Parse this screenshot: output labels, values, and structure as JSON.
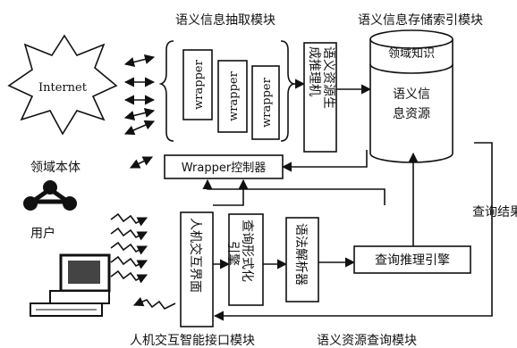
{
  "titles": {
    "extraction_module": "语义信息抽取模块",
    "storage_module": "语义信息存储索引模块",
    "interface_module": "人机交互智能接口模块",
    "query_module": "语义资源查询模块"
  },
  "labels": {
    "internet": "Internet",
    "domain_ontology": "领域本体",
    "user": "用户",
    "wrapper_1": "wrapper",
    "wrapper_2": "wrapper",
    "wrapper_3": "wrapper",
    "wrapper_controller": "Wrapper控制器",
    "semantic_gen_line1": "语义资源生",
    "semantic_gen_line2": "成推理机",
    "domain_knowledge": "领域知识",
    "semantic_info_line1": "语义信",
    "semantic_info_line2": "息资源",
    "hci": "人机交互界面",
    "query_formal_line1": "查询形式化",
    "query_formal_line2": "引擎",
    "syntax_parser": "语法解析器",
    "query_engine": "查询推理引擎",
    "query_result": "查询结果"
  }
}
